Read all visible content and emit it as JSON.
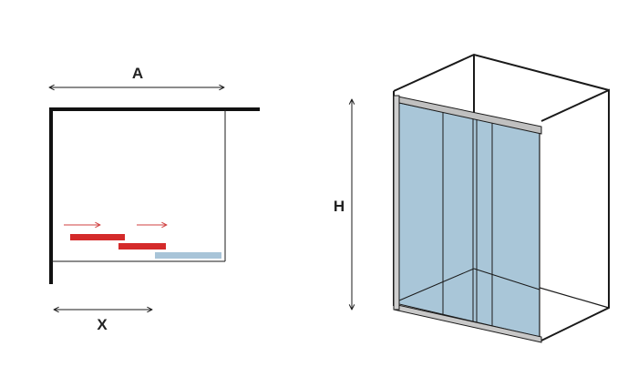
{
  "plan_view": {
    "width_label": "A",
    "opening_label": "X"
  },
  "front_view": {
    "height_label": "H"
  },
  "colors": {
    "line": "#1a1a1a",
    "wall": "#111111",
    "door_panel": "#d42a2a",
    "fixed_panel": "#a8c4d8",
    "arrow": "#d04040",
    "glass": "#a9c6d8",
    "frame": "#b8b8b8"
  }
}
